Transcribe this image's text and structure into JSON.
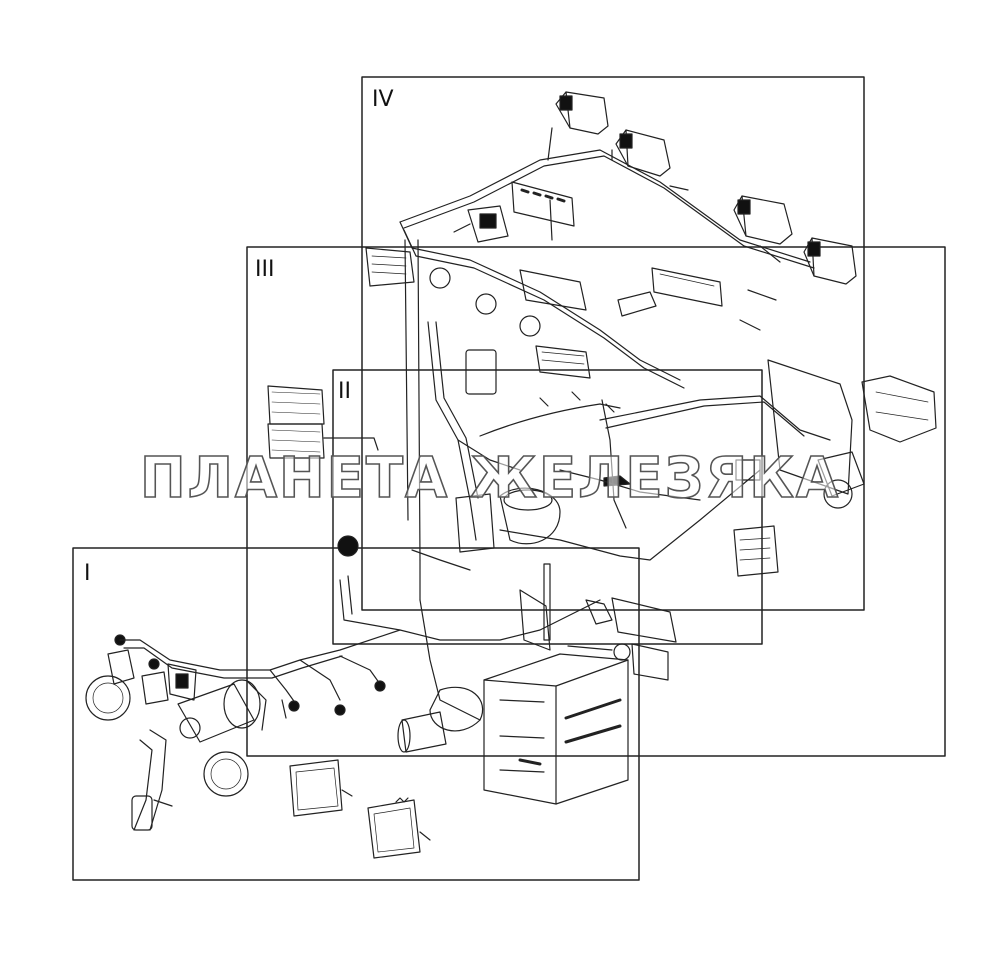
{
  "section_labels": {
    "I": "I",
    "II": "II",
    "III": "III",
    "IV": "IV"
  },
  "watermark": "ПЛАНЕТА ЖЕЛЕЗЯКА",
  "colors": {
    "line": "#222222",
    "background": "#ffffff"
  }
}
